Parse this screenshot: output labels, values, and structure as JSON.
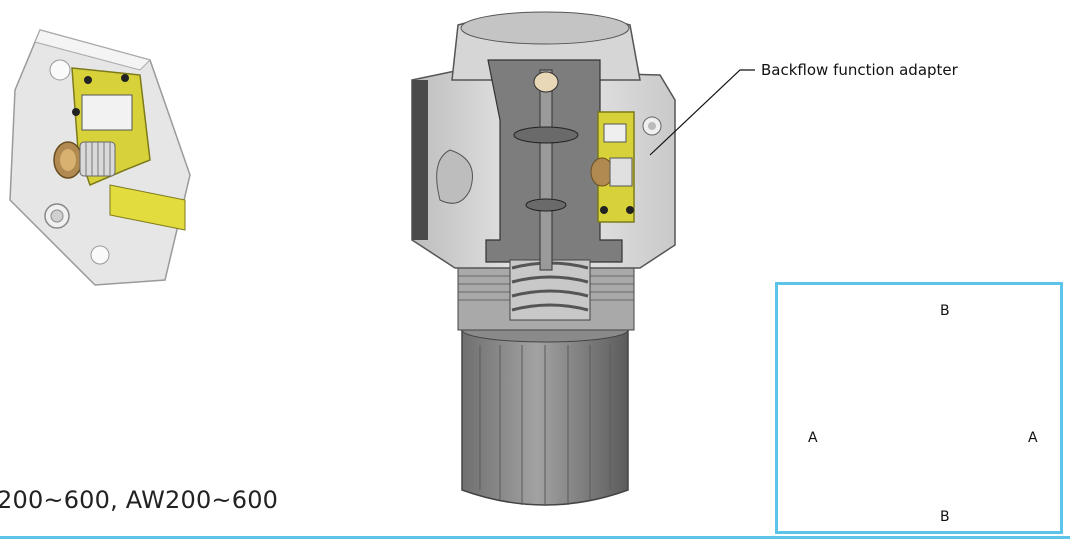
{
  "caption": {
    "model_range": "200~600, AW200~600"
  },
  "callout": {
    "label": "Backflow function adapter"
  },
  "section_view": {
    "top_label": "B",
    "bottom_label": "B",
    "left_label": "A",
    "right_label": "A"
  },
  "colors": {
    "accent_frame": "#5bc4e8",
    "cutaway_yellow": "#d8d23a",
    "body_gray": "#dcdcdc",
    "knob_gray": "#7a7a7a"
  }
}
